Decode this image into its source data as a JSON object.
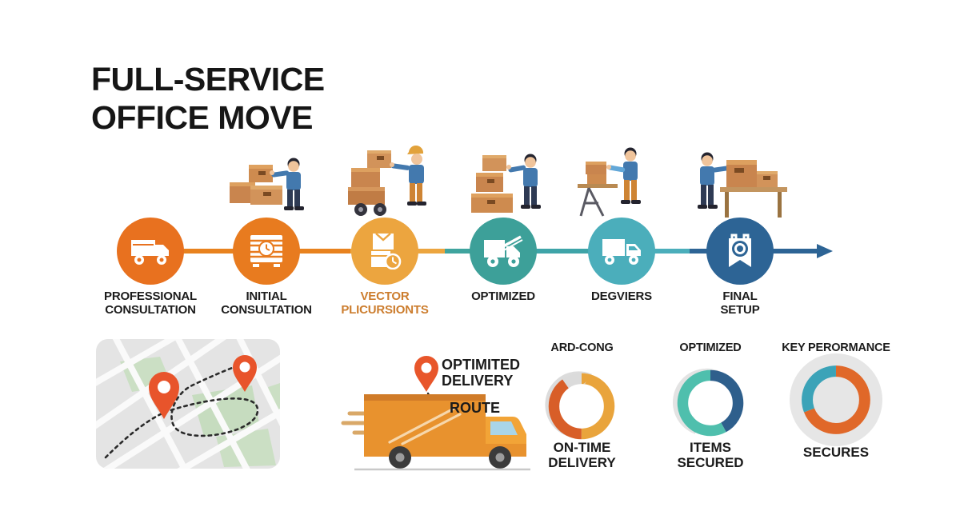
{
  "title": "FULL-SERVICE\nOFFICE MOVE",
  "timeline": {
    "steps": [
      {
        "label": "PROFESSIONAL\nCONSULTATION",
        "circle_color": "#E8711F",
        "icon": "moving-truck-icon"
      },
      {
        "label": "INITIAL\nCONSULTATION",
        "circle_color": "#E87B1F",
        "icon": "crate-clock-icon"
      },
      {
        "label": "VECTOR\nPLICURSIONTS",
        "circle_color": "#ECA53F",
        "icon": "packed-boxes-clock-icon",
        "label_color": "#CC7D2E"
      },
      {
        "label": "OPTIMIZED",
        "circle_color": "#3DA099",
        "icon": "ramp-truck-icon"
      },
      {
        "label": "DEGVIERS",
        "circle_color": "#4BAEBB",
        "icon": "delivery-truck-icon"
      },
      {
        "label": "FINAL\nSETUP",
        "circle_color": "#2D6495",
        "icon": "badge-camera-icon"
      }
    ],
    "connector_colors": [
      "#E8821F",
      "#ECA53F",
      "#3FA49E",
      "#3EA4A8",
      "#4BAEBB",
      "#2D6495"
    ]
  },
  "route_section": {
    "delivery_label": "OPTIMITED\nDELIVERY",
    "route_label": "ROUTE"
  },
  "kpis": [
    {
      "title": "ARD-CONG",
      "caption": "ON-TIME\nDELIVERY",
      "segments": [
        {
          "color": "#E9A43C",
          "pct": 50
        },
        {
          "color": "#D85E28",
          "pct": 40
        },
        {
          "color": "#DBDBDB",
          "pct": 10
        }
      ]
    },
    {
      "title": "OPTIMIZED",
      "caption": "ITEMS\nSECURED",
      "segments": [
        {
          "color": "#2E5F8C",
          "pct": 42
        },
        {
          "color": "#4FBFAD",
          "pct": 58
        }
      ]
    },
    {
      "title": "KEY PERORMANCE",
      "caption": "SECURES",
      "segments": [
        {
          "color": "#E06829",
          "pct": 69
        },
        {
          "color": "#3BA3B8",
          "pct": 31
        }
      ]
    }
  ]
}
